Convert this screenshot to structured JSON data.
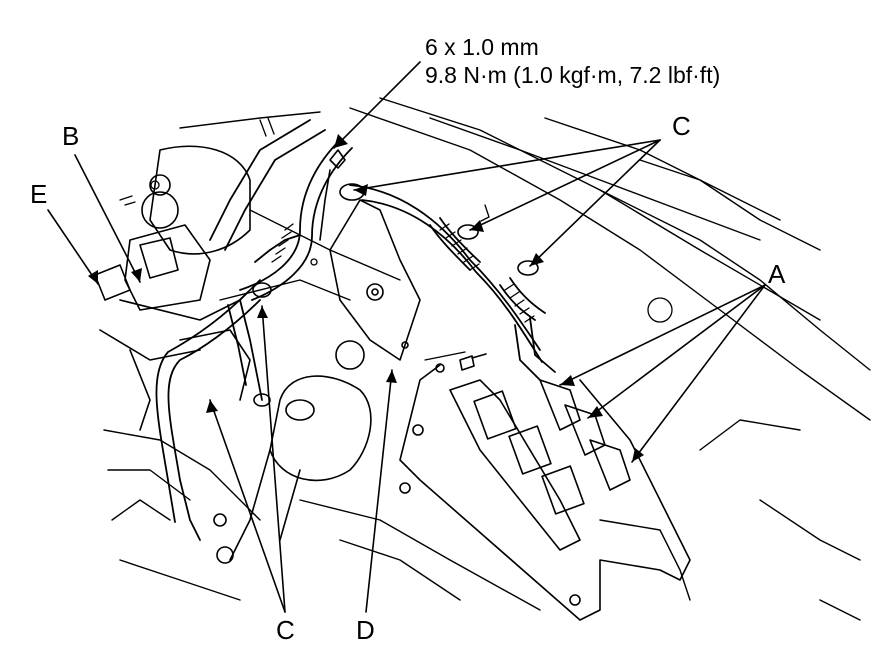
{
  "torque_spec": {
    "size": "6 x 1.0 mm",
    "torque": "9.8 N·m (1.0 kgf·m, 7.2 lbf·ft)"
  },
  "callouts": {
    "a": "A",
    "b": "B",
    "c_top": "C",
    "c_bottom": "C",
    "d": "D",
    "e": "E"
  }
}
